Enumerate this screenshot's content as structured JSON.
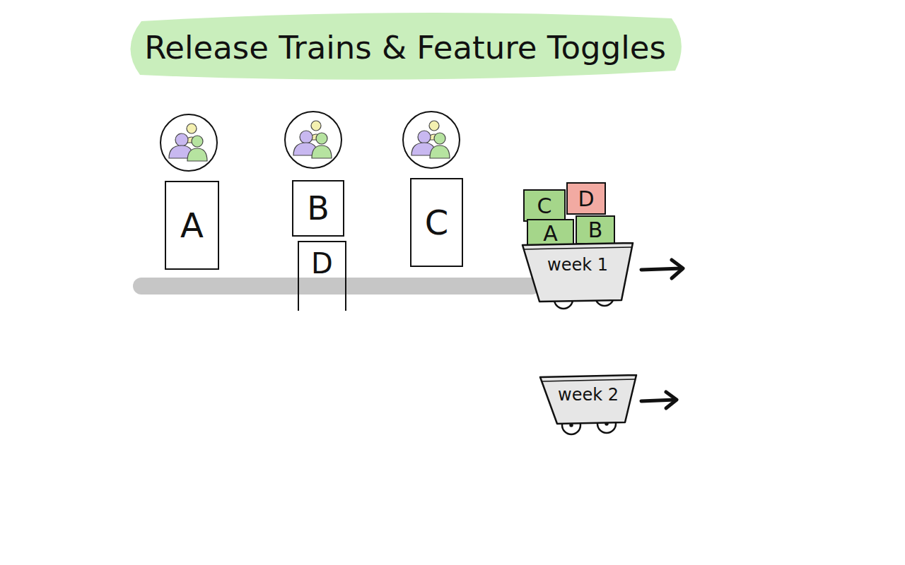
{
  "diagram": {
    "title": "Release Trains & Feature Toggles",
    "nodes": [
      {
        "text": [
          "A"
        ]
      },
      {
        "text": [
          "B"
        ]
      },
      {
        "text": [
          "C"
        ]
      },
      {
        "text": [
          "D"
        ]
      },
      {
        "text": [
          "C"
        ]
      },
      {
        "text": [
          "D"
        ]
      },
      {
        "text": [
          "A"
        ]
      },
      {
        "text": [
          "B"
        ]
      },
      {
        "text": [
          "week 1"
        ]
      },
      {
        "text": [
          "week 2"
        ]
      }
    ]
  }
}
